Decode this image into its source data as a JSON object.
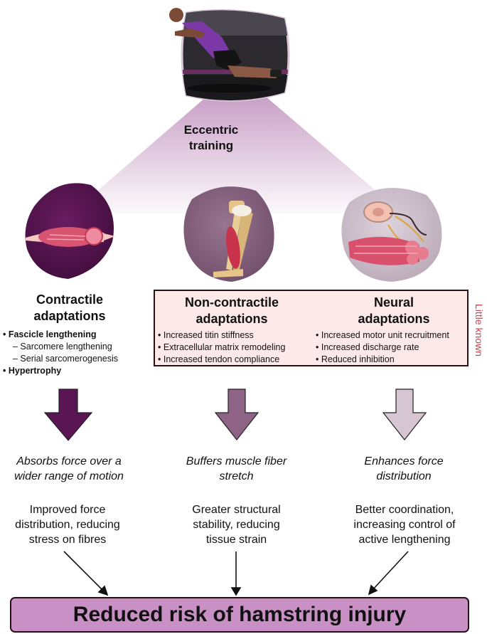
{
  "top": {
    "title": "Eccentric training"
  },
  "columns": [
    {
      "title": "Contractile adaptations",
      "bullets": [
        {
          "text": "• Fascicle lengthening",
          "level": 0,
          "bold": true
        },
        {
          "text": "– Sarcomere lengthening",
          "level": 1,
          "bold": false
        },
        {
          "text": "– Serial sarcomerogenesis",
          "level": 1,
          "bold": false
        },
        {
          "text": "• Hypertrophy",
          "level": 0,
          "bold": true
        }
      ],
      "effect": "Absorbs force over a wider range of motion",
      "outcome": "Improved force distribution, reducing stress on fibres",
      "arrow_color": "#5a1654"
    },
    {
      "title": "Non-contractile adaptations",
      "bullets": [
        {
          "text": "• Increased titin stiffness",
          "level": 0,
          "bold": false
        },
        {
          "text": "• Extracellular matrix remodeling",
          "level": 0,
          "bold": false
        },
        {
          "text": "• Increased tendon compliance",
          "level": 0,
          "bold": false
        }
      ],
      "effect": "Buffers muscle fiber stretch",
      "outcome": "Greater structural stability, reducing tissue strain",
      "arrow_color": "#8e6386"
    },
    {
      "title": "Neural adaptations",
      "bullets": [
        {
          "text": "• Increased motor unit recruitment",
          "level": 0,
          "bold": false
        },
        {
          "text": "• Increased discharge rate",
          "level": 0,
          "bold": false
        },
        {
          "text": "• Reduced inhibition",
          "level": 0,
          "bold": false
        }
      ],
      "effect": "Enhances force distribution",
      "outcome": "Better coordination, increasing control of active lengthening",
      "arrow_color": "#d6c6d4"
    }
  ],
  "side_note": "Little known",
  "result": "Reduced risk of hamstring injury",
  "colors": {
    "dark_purple": "#4f1148",
    "mid_purple": "#8c6a86",
    "light_purple": "#cbbcca",
    "triangle": "#c79bc4",
    "panel_bg": "#fde9e7",
    "little_known": "#c9434e",
    "result_bg": "#c990c5"
  },
  "icons": [
    "athlete-photo",
    "muscle-fascicle-icon",
    "leg-bones-muscle-icon",
    "neuron-muscle-icon"
  ]
}
